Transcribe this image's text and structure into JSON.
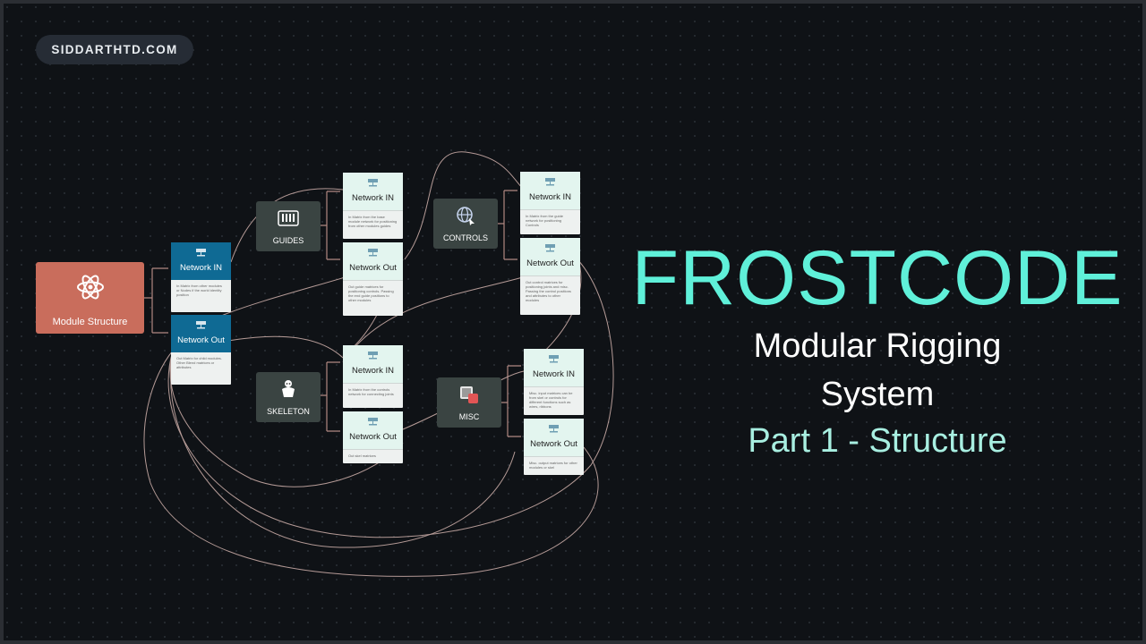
{
  "site": "SIDDARTHTD.COM",
  "title": "FROSTCODE",
  "subtitle_line1": "Modular Rigging",
  "subtitle_line2": "System",
  "subtitle_line3": "Part 1 - Structure",
  "colors": {
    "background": "#0f1216",
    "title": "#5ff0d9",
    "module": "#c96d5c",
    "group": "#3a4442",
    "node_head": "#e3f5ef",
    "node_blue": "#0f6a94",
    "link": "#c6a9a4"
  },
  "module": {
    "label": "Module Structure",
    "icon": "atom-icon"
  },
  "module_nodes": {
    "in": {
      "title": "Network IN",
      "desc": "In Matrix from other modules or Nodes if the world identity position"
    },
    "out": {
      "title": "Network Out",
      "desc": "Out Matrix for child modules. Other Blend matrices or attributes"
    }
  },
  "groups": {
    "guides": {
      "label": "GUIDES",
      "icon": "keyboard-icon"
    },
    "controls": {
      "label": "CONTROLS",
      "icon": "globe-cursor-icon"
    },
    "skeleton": {
      "label": "SKELETON",
      "icon": "skeleton-icon"
    },
    "misc": {
      "label": "MISC",
      "icon": "misc-icon"
    }
  },
  "nodes": {
    "guides_in": {
      "title": "Network IN",
      "desc": "In Matrix from the base module network for positioning from other modules guides"
    },
    "guides_out": {
      "title": "Network Out",
      "desc": "Out guide matrices for positioning controls. Passing the end guide positions to other modules"
    },
    "controls_in": {
      "title": "Network IN",
      "desc": "In Matrix from the guide network for positioning Controls"
    },
    "controls_out": {
      "title": "Network Out",
      "desc": "Out control matrices for positioning joints and misc. Passing the control positions and attributes to other modules"
    },
    "skeleton_in": {
      "title": "Network IN",
      "desc": "In Matrix from the controls network for connecting joints"
    },
    "skeleton_out": {
      "title": "Network Out",
      "desc": "Out skel matrices"
    },
    "misc_in": {
      "title": "Network IN",
      "desc": "Misc. input matrices can be from skel or controls for different functions such as wires, ribbons"
    },
    "misc_out": {
      "title": "Network Out",
      "desc": "Misc. output matrices for other modules or skel"
    }
  }
}
